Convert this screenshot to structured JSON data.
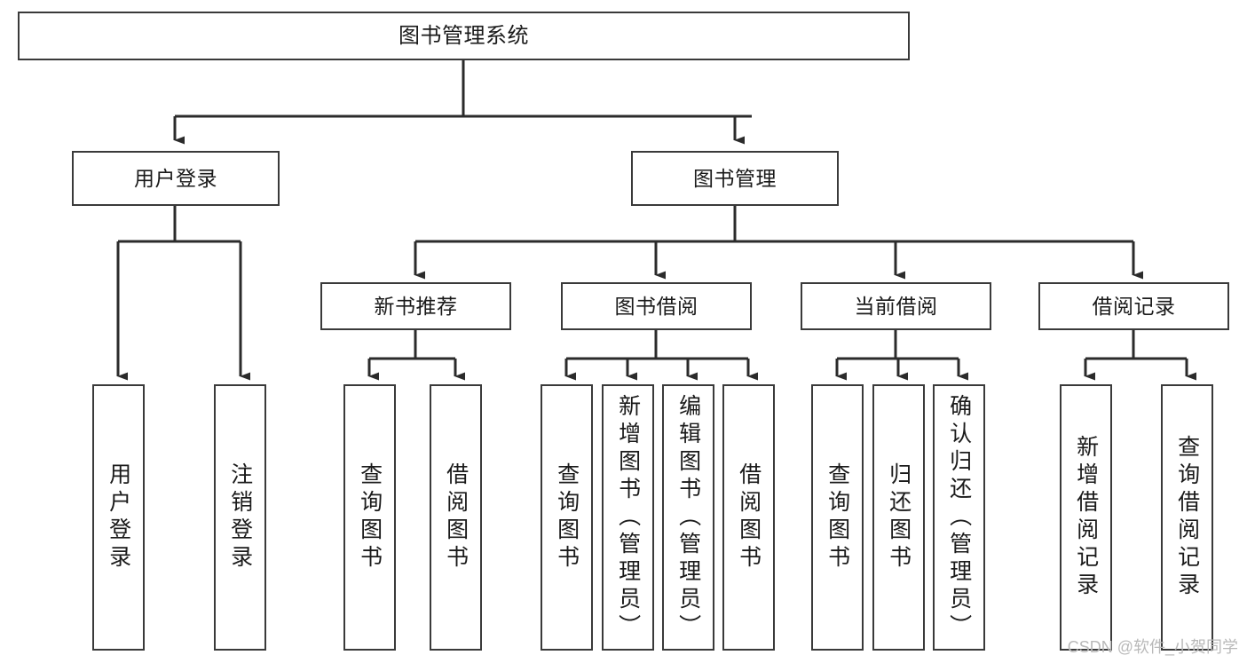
{
  "diagram": {
    "title": "图书管理系统",
    "type": "tree",
    "watermark": "CSDN @软件_小贺同学",
    "colors": {
      "box_border": "#3a3a3a",
      "box_fill": "#ffffff",
      "edge": "#2b2b2b",
      "text": "#1a1a1a",
      "watermark": "#b9b9b9",
      "background": "#ffffff"
    },
    "nodes": {
      "root": {
        "label": "图书管理系统"
      },
      "level1": [
        {
          "id": "user-login",
          "label": "用户登录"
        },
        {
          "id": "book-manage",
          "label": "图书管理"
        }
      ],
      "level2": [
        {
          "id": "new-book-recommend",
          "label": "新书推荐"
        },
        {
          "id": "book-borrow",
          "label": "图书借阅"
        },
        {
          "id": "current-borrow",
          "label": "当前借阅"
        },
        {
          "id": "borrow-record",
          "label": "借阅记录"
        }
      ],
      "leaves": {
        "user_login": [
          {
            "id": "leaf-user-login",
            "label": "用户登录"
          },
          {
            "id": "leaf-logout-login",
            "label": "注销登录"
          }
        ],
        "new_book_recommend": [
          {
            "id": "leaf-query-book-1",
            "label": "查询图书"
          },
          {
            "id": "leaf-borrow-book-1",
            "label": "借阅图书"
          }
        ],
        "book_borrow": [
          {
            "id": "leaf-query-book-2",
            "label": "查询图书"
          },
          {
            "id": "leaf-add-book",
            "label": "新增图书（管理员）"
          },
          {
            "id": "leaf-edit-book",
            "label": "编辑图书（管理员）"
          },
          {
            "id": "leaf-borrow-book-2",
            "label": "借阅图书"
          }
        ],
        "current_borrow": [
          {
            "id": "leaf-query-book-3",
            "label": "查询图书"
          },
          {
            "id": "leaf-return-book",
            "label": "归还图书"
          },
          {
            "id": "leaf-confirm-return",
            "label": "确认归还（管理员）"
          }
        ],
        "borrow_record": [
          {
            "id": "leaf-add-record",
            "label": "新增借阅记录"
          },
          {
            "id": "leaf-query-record",
            "label": "查询借阅记录"
          }
        ]
      }
    }
  }
}
